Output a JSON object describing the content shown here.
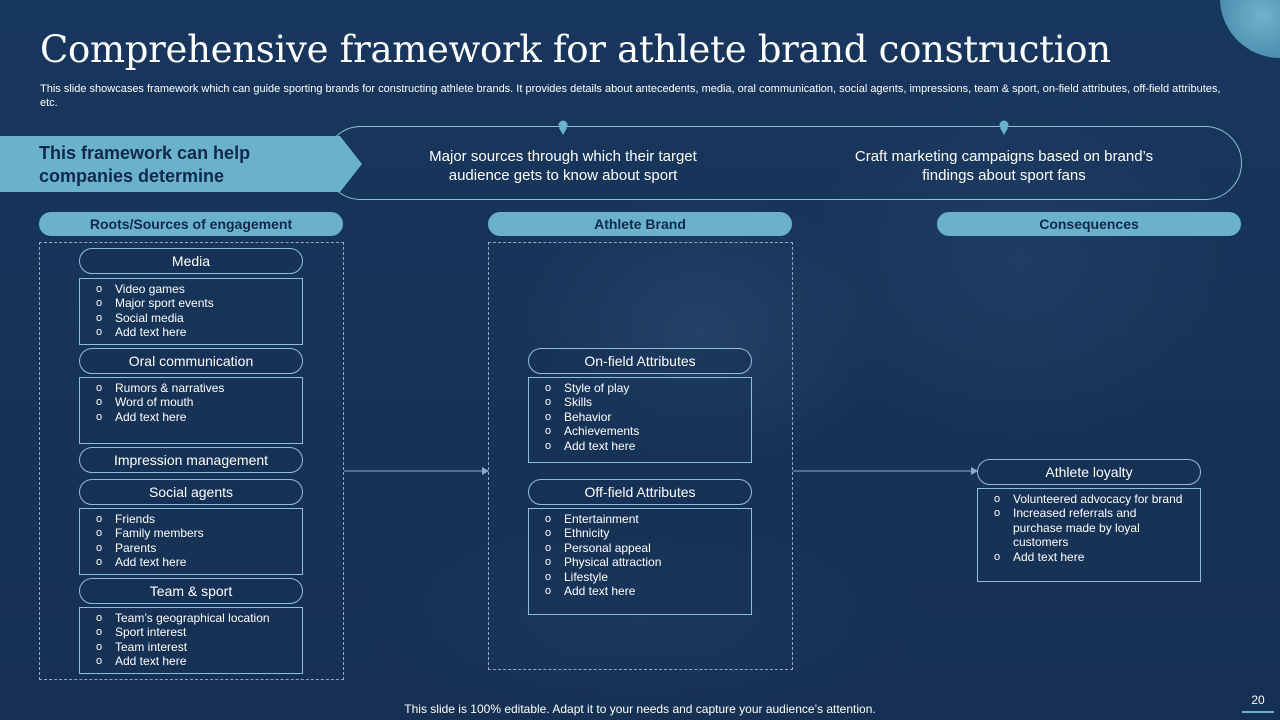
{
  "title": "Comprehensive framework for athlete brand construction",
  "subtitle": "This slide showcases framework which can guide sporting brands for constructing athlete brands. It provides details about antecedents, media, oral communication, social agents, impressions, team & sport, on-field attributes, off-field attributes, etc.",
  "banner": {
    "label": "This framework can help companies determine",
    "point1": "Major sources through which their target audience gets to know about sport",
    "point2": "Craft marketing campaigns based on brand’s findings about sport fans"
  },
  "columns": {
    "roots": {
      "header": "Roots/Sources of engagement",
      "groups": [
        {
          "title": "Media",
          "items": [
            "Video games",
            "Major sport events",
            "Social media",
            "Add text here"
          ]
        },
        {
          "title": "Oral communication",
          "items": [
            "Rumors & narratives",
            "Word of mouth",
            "Add text here"
          ]
        },
        {
          "title": "Impression management",
          "items": []
        },
        {
          "title": "Social agents",
          "items": [
            "Friends",
            "Family members",
            "Parents",
            "Add text here"
          ]
        },
        {
          "title": "Team & sport",
          "items": [
            "Team’s geographical location",
            "Sport interest",
            "Team interest",
            "Add text here"
          ]
        }
      ]
    },
    "brand": {
      "header": "Athlete Brand",
      "groups": [
        {
          "title": "On-field Attributes",
          "items": [
            "Style of play",
            "Skills",
            "Behavior",
            "Achievements",
            "Add text here"
          ]
        },
        {
          "title": "Off-field Attributes",
          "items": [
            "Entertainment",
            "Ethnicity",
            "Personal appeal",
            "Physical attraction",
            "Lifestyle",
            "Add text here"
          ]
        }
      ]
    },
    "consequences": {
      "header": "Consequences",
      "groups": [
        {
          "title": "Athlete loyalty",
          "items": [
            "Volunteered advocacy for brand",
            "Increased referrals and purchase made by loyal customers",
            "Add text here"
          ]
        }
      ]
    }
  },
  "footer": "This slide is 100% editable. Adapt it to your needs and capture your audience’s attention.",
  "page_number": "20"
}
